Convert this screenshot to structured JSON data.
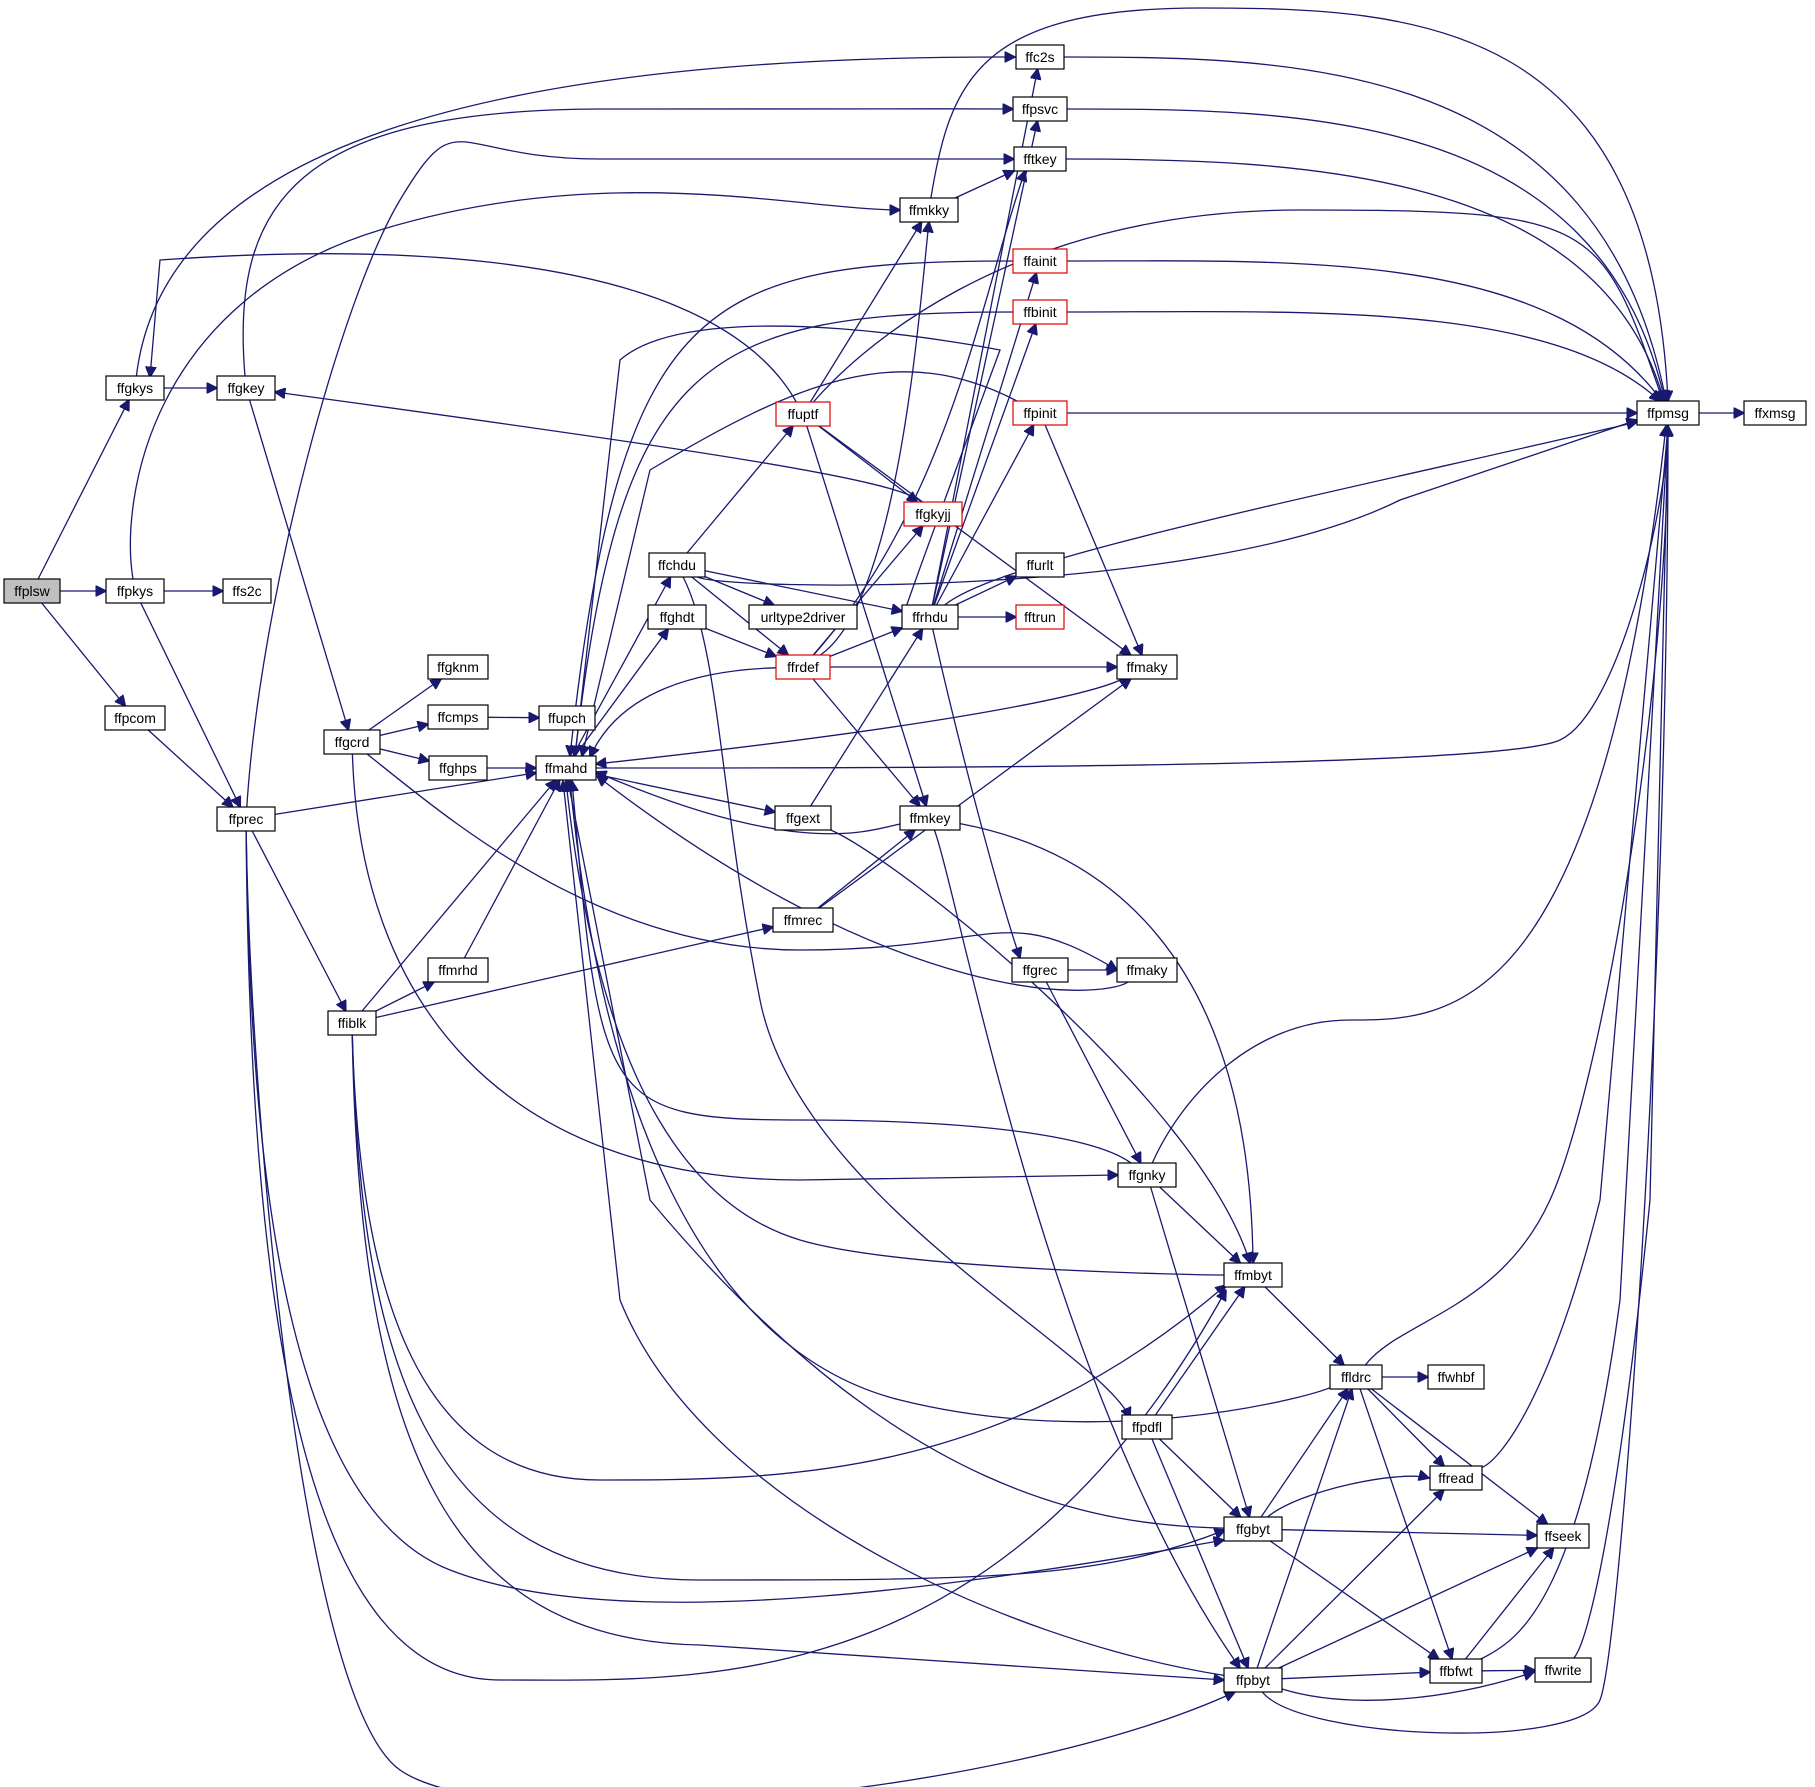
{
  "graph": {
    "colors": {
      "edge": "#191970",
      "node_border": "#000000",
      "highlight_border": "#e00000",
      "root_fill": "#bfbfbf"
    },
    "nodes": [
      {
        "id": "ffplsw",
        "label": "ffplsw",
        "root": true
      },
      {
        "id": "ffgkys",
        "label": "ffgkys"
      },
      {
        "id": "ffpkys",
        "label": "ffpkys"
      },
      {
        "id": "ffpcom",
        "label": "ffpcom"
      },
      {
        "id": "ffs2c",
        "label": "ffs2c"
      },
      {
        "id": "ffgkey",
        "label": "ffgkey"
      },
      {
        "id": "ffprec",
        "label": "ffprec"
      },
      {
        "id": "ffgcrd",
        "label": "ffgcrd"
      },
      {
        "id": "ffgknm",
        "label": "ffgknm"
      },
      {
        "id": "ffcmps",
        "label": "ffcmps"
      },
      {
        "id": "ffupch",
        "label": "ffupch"
      },
      {
        "id": "ffghps",
        "label": "ffghps"
      },
      {
        "id": "ffmahd",
        "label": "ffmahd"
      },
      {
        "id": "ffiblk",
        "label": "ffiblk"
      },
      {
        "id": "ffmrhd",
        "label": "ffmrhd"
      },
      {
        "id": "ffchdu",
        "label": "ffchdu"
      },
      {
        "id": "ffghdt",
        "label": "ffghdt"
      },
      {
        "id": "urltype2driver",
        "label": "urltype2driver"
      },
      {
        "id": "ffuptf",
        "label": "ffuptf",
        "highlight": true
      },
      {
        "id": "ffrdef",
        "label": "ffrdef",
        "highlight": true
      },
      {
        "id": "ffgext",
        "label": "ffgext"
      },
      {
        "id": "ffmrec",
        "label": "ffmrec"
      },
      {
        "id": "ffmkky",
        "label": "ffmkky"
      },
      {
        "id": "ffgkyjj",
        "label": "ffgkyjj",
        "highlight": true
      },
      {
        "id": "ffrhdu",
        "label": "ffrhdu"
      },
      {
        "id": "ffmkey",
        "label": "ffmkey"
      },
      {
        "id": "ffc2s",
        "label": "ffc2s"
      },
      {
        "id": "ffpsvc",
        "label": "ffpsvc"
      },
      {
        "id": "fftkey",
        "label": "fftkey"
      },
      {
        "id": "ffainit",
        "label": "ffainit",
        "highlight": true
      },
      {
        "id": "ffbinit",
        "label": "ffbinit",
        "highlight": true
      },
      {
        "id": "ffpinit",
        "label": "ffpinit",
        "highlight": true
      },
      {
        "id": "ffurlt",
        "label": "ffurlt"
      },
      {
        "id": "fftrun",
        "label": "fftrun",
        "highlight": true
      },
      {
        "id": "ffmaky1",
        "label": "ffmaky"
      },
      {
        "id": "ffgrec",
        "label": "ffgrec"
      },
      {
        "id": "ffmaky2",
        "label": "ffmaky"
      },
      {
        "id": "ffgnky",
        "label": "ffgnky"
      },
      {
        "id": "ffmbyt",
        "label": "ffmbyt"
      },
      {
        "id": "ffpdfl",
        "label": "ffpdfl"
      },
      {
        "id": "ffgbyt",
        "label": "ffgbyt"
      },
      {
        "id": "ffpbyt",
        "label": "ffpbyt"
      },
      {
        "id": "ffldrc",
        "label": "ffldrc"
      },
      {
        "id": "ffwhbf",
        "label": "ffwhbf"
      },
      {
        "id": "ffread",
        "label": "ffread"
      },
      {
        "id": "ffseek",
        "label": "ffseek"
      },
      {
        "id": "ffbfwt",
        "label": "ffbfwt"
      },
      {
        "id": "ffwrite",
        "label": "ffwrite"
      },
      {
        "id": "ffpmsg",
        "label": "ffpmsg"
      },
      {
        "id": "ffxmsg",
        "label": "ffxmsg"
      }
    ]
  }
}
